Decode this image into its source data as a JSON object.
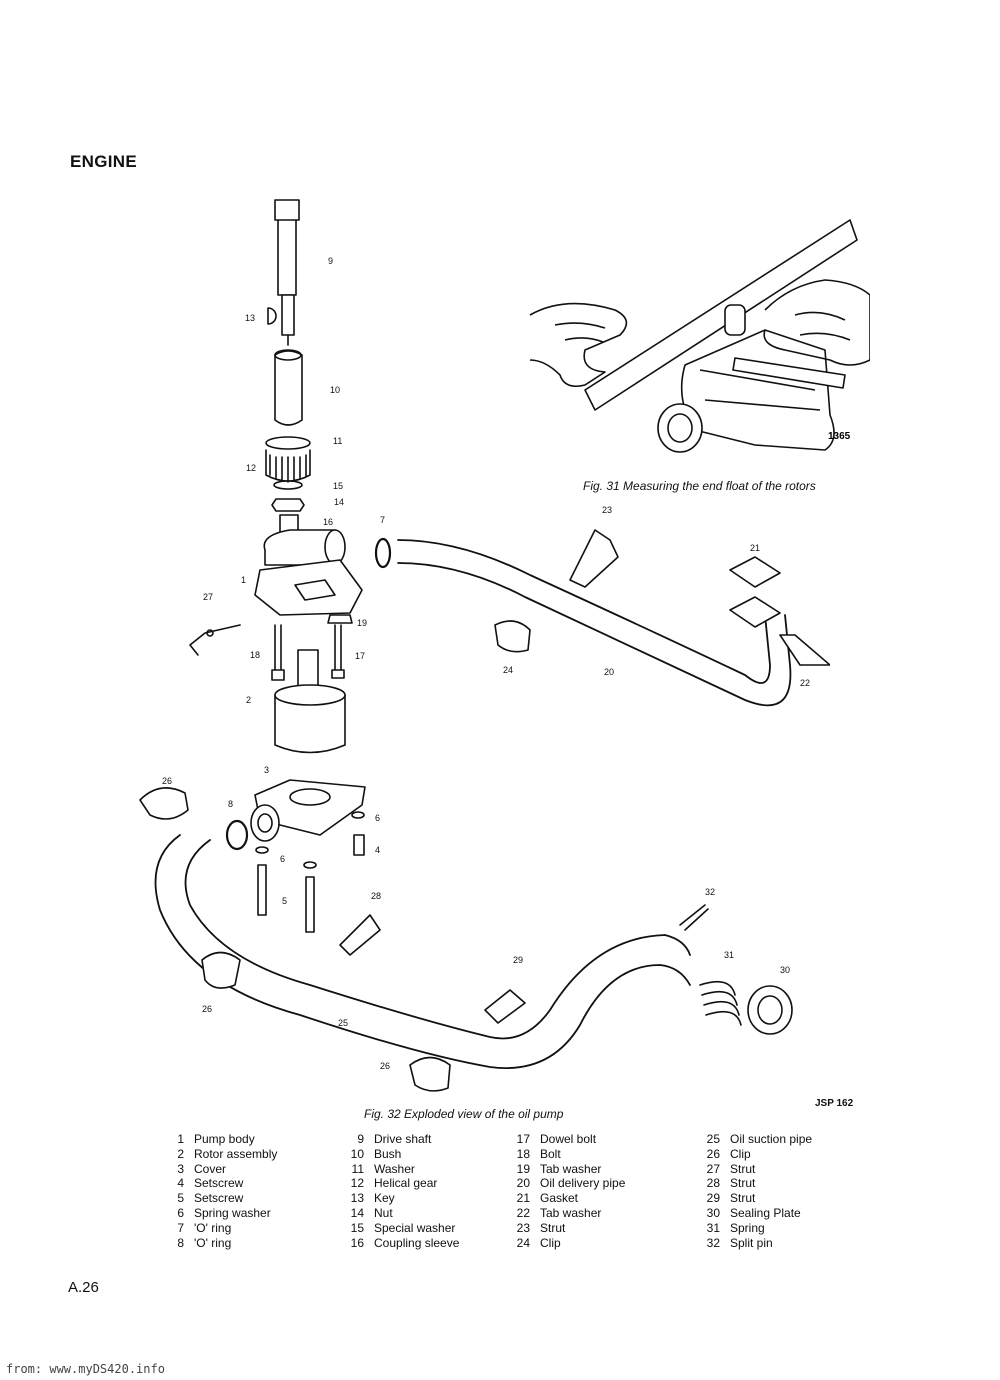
{
  "section_title": "ENGINE",
  "fig31": {
    "caption": "Fig. 31   Measuring the end float of the rotors",
    "code": "1365"
  },
  "fig32": {
    "caption": "Fig. 32   Exploded view of the oil pump",
    "code": "JSP 162"
  },
  "callouts": [
    "1",
    "2",
    "3",
    "4",
    "5",
    "6",
    "6",
    "7",
    "8",
    "9",
    "10",
    "11",
    "12",
    "13",
    "14",
    "15",
    "16",
    "17",
    "18",
    "19",
    "20",
    "21",
    "22",
    "23",
    "24",
    "25",
    "26",
    "26",
    "26",
    "27",
    "28",
    "29",
    "30",
    "31",
    "32"
  ],
  "legend": [
    [
      {
        "n": "1",
        "label": "Pump body"
      },
      {
        "n": "2",
        "label": "Rotor assembly"
      },
      {
        "n": "3",
        "label": "Cover"
      },
      {
        "n": "4",
        "label": "Setscrew"
      },
      {
        "n": "5",
        "label": "Setscrew"
      },
      {
        "n": "6",
        "label": "Spring washer"
      },
      {
        "n": "7",
        "label": "'O' ring"
      },
      {
        "n": "8",
        "label": "'O' ring"
      }
    ],
    [
      {
        "n": "9",
        "label": "Drive shaft"
      },
      {
        "n": "10",
        "label": "Bush"
      },
      {
        "n": "11",
        "label": "Washer"
      },
      {
        "n": "12",
        "label": "Helical gear"
      },
      {
        "n": "13",
        "label": "Key"
      },
      {
        "n": "14",
        "label": "Nut"
      },
      {
        "n": "15",
        "label": "Special washer"
      },
      {
        "n": "16",
        "label": "Coupling sleeve"
      }
    ],
    [
      {
        "n": "17",
        "label": "Dowel bolt"
      },
      {
        "n": "18",
        "label": "Bolt"
      },
      {
        "n": "19",
        "label": "Tab washer"
      },
      {
        "n": "20",
        "label": "Oil delivery pipe"
      },
      {
        "n": "21",
        "label": "Gasket"
      },
      {
        "n": "22",
        "label": "Tab washer"
      },
      {
        "n": "23",
        "label": "Strut"
      },
      {
        "n": "24",
        "label": "Clip"
      }
    ],
    [
      {
        "n": "25",
        "label": "Oil suction pipe"
      },
      {
        "n": "26",
        "label": "Clip"
      },
      {
        "n": "27",
        "label": "Strut"
      },
      {
        "n": "28",
        "label": "Strut"
      },
      {
        "n": "29",
        "label": "Strut"
      },
      {
        "n": "30",
        "label": "Sealing Plate"
      },
      {
        "n": "31",
        "label": "Spring"
      },
      {
        "n": "32",
        "label": "Split pin"
      }
    ]
  ],
  "page_number": "A.26",
  "footer": "from: www.myDS420.info"
}
